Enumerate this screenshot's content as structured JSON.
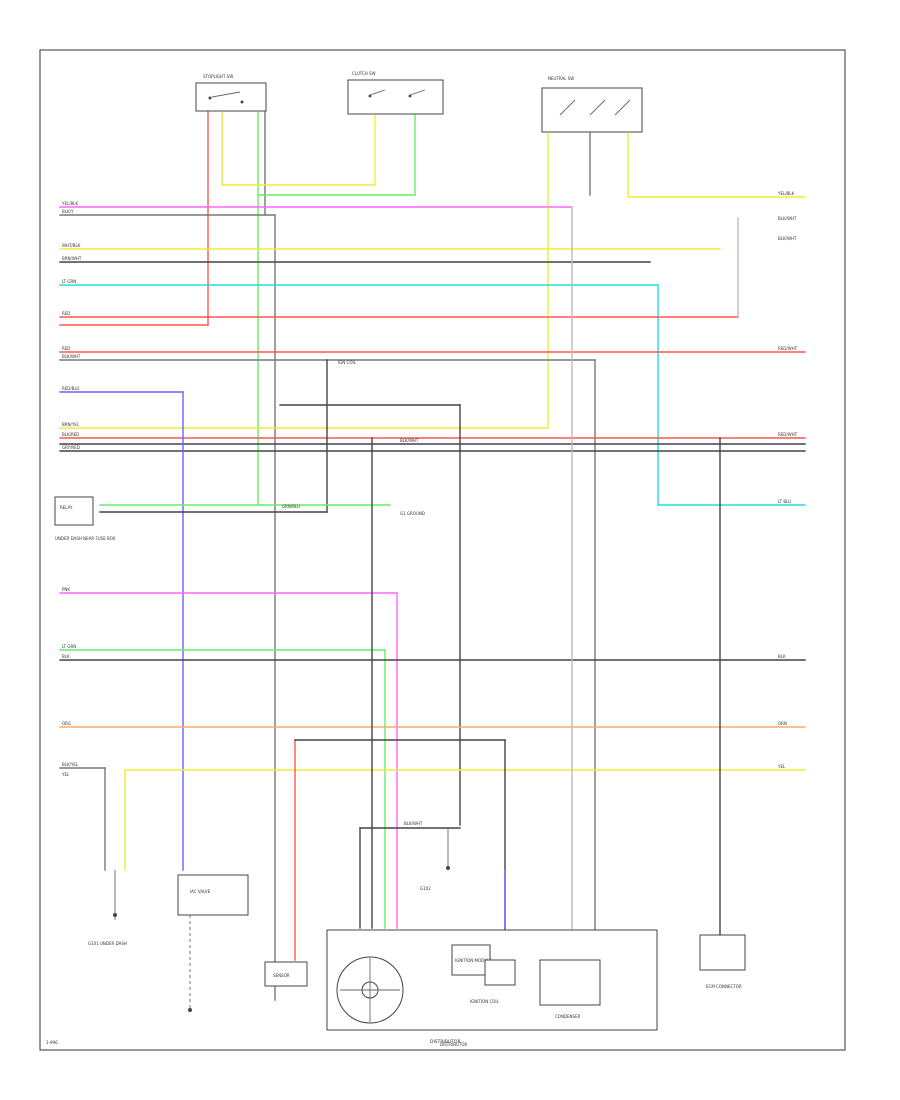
{
  "figure_id": "1-996",
  "footer_caption": "DISTRIBUTOR",
  "colors": {
    "pink": "#ff66ff",
    "gray": "#777777",
    "yellow": "#eeee33",
    "cyan": "#22dddd",
    "red": "#ff5555",
    "green": "#66ee66",
    "black": "#444444",
    "blue": "#6666ff",
    "orange": "#ffaa66",
    "light_gray": "#bbbbbb"
  },
  "top_components": [
    {
      "id": "switch-left",
      "label": "STOPLIGHT SW"
    },
    {
      "id": "switch-center",
      "label": "CLUTCH SW"
    },
    {
      "id": "switch-right",
      "label": "NEUTRAL SW"
    }
  ],
  "left_wire_labels": [
    "YEL/BLK",
    "BLK/Y",
    "LT GRN",
    "RED",
    "WHT/BLK",
    "BRN/WHT",
    "RED",
    "BLK/WHT",
    "BLK/RED",
    "BRN/YEL",
    "GRY/RED",
    "RED/BLU",
    "PNK",
    "LT GRN",
    "BLK",
    "ORG",
    "BLK/YEL",
    "YEL"
  ],
  "right_wire_labels": [
    "YEL/BLK",
    "BLK/WHT",
    "BLK/WHT",
    "RED/WHT",
    "RED/WHT",
    "LT BLU",
    "BLK",
    "ORN",
    "YEL"
  ],
  "mid_labels": {
    "top_center_1": "IGN COIL",
    "bus_note": "BLK/WHT",
    "connector_a": "GRN/BLU",
    "connector_b": "BLK/WHT",
    "ground_note": "G1 GROUND"
  },
  "bottom_components": [
    {
      "id": "ground-left",
      "label": "G101 UNDER DASH"
    },
    {
      "id": "sensor-box",
      "label": "IAC VALVE"
    },
    {
      "id": "ground-center",
      "label": "G102"
    },
    {
      "id": "sensor-left",
      "label": "SENSOR"
    },
    {
      "id": "distributor",
      "label": "DISTRIBUTOR"
    },
    {
      "id": "ignition-module",
      "label": "IGNITION MODULE"
    },
    {
      "id": "ignition-coil",
      "label": "IGNITION COIL"
    },
    {
      "id": "condenser",
      "label": "CONDENSER"
    },
    {
      "id": "right-connector",
      "label": "ECM CONNECTOR"
    }
  ],
  "side_connector": {
    "label": "RELAY",
    "caption": "UNDER DASH NEAR FUSE BOX"
  }
}
